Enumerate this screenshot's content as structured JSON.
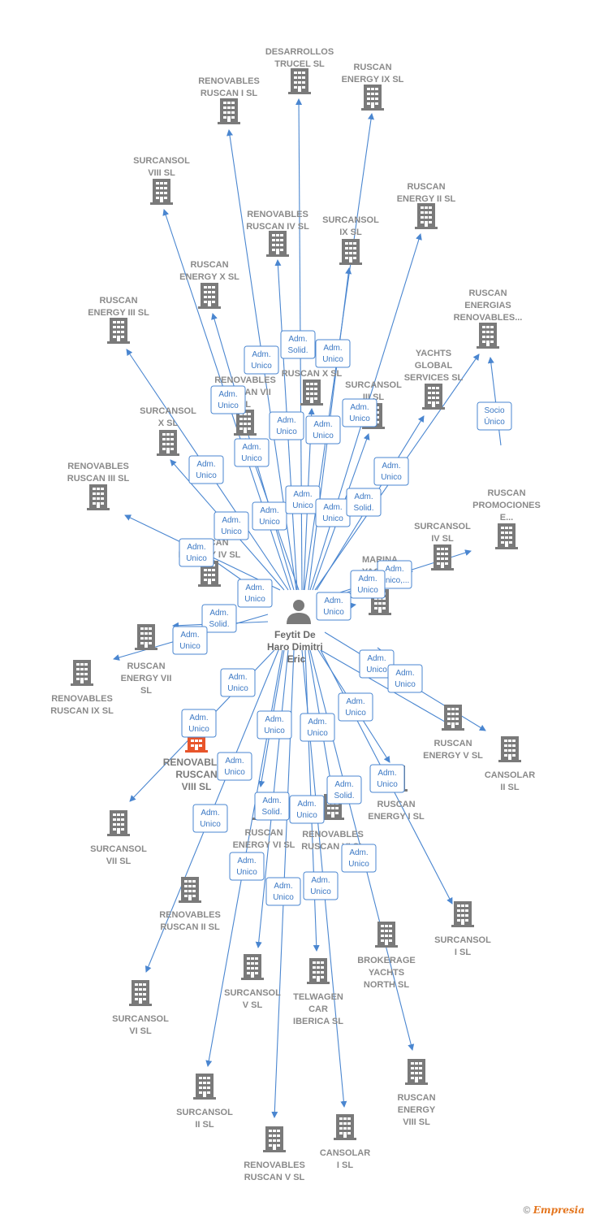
{
  "person": {
    "name_lines": [
      "Feytit De",
      "Haro Dimitri",
      "Eric"
    ]
  },
  "highlight_color": "#e8552b",
  "edge_color": "#4a86d0",
  "companies": [
    {
      "id": "c1",
      "lines": [
        "DESARROLLOS",
        "TRUCEL  SL"
      ]
    },
    {
      "id": "c2",
      "lines": [
        "RUSCAN",
        "ENERGY IX  SL"
      ]
    },
    {
      "id": "c3",
      "lines": [
        "RENOVABLES",
        "RUSCAN I  SL"
      ]
    },
    {
      "id": "c4",
      "lines": [
        "SURCANSOL",
        "VIII  SL"
      ]
    },
    {
      "id": "c5",
      "lines": [
        "RUSCAN",
        "ENERGY II  SL"
      ]
    },
    {
      "id": "c6",
      "lines": [
        "RENOVABLES",
        "RUSCAN IV  SL"
      ]
    },
    {
      "id": "c7",
      "lines": [
        "SURCANSOL",
        "IX  SL"
      ]
    },
    {
      "id": "c8",
      "lines": [
        "RUSCAN",
        "ENERGY X  SL"
      ]
    },
    {
      "id": "c9",
      "lines": [
        "RUSCAN",
        "ENERGIAS",
        "RENOVABLES..."
      ]
    },
    {
      "id": "c10",
      "lines": [
        "RUSCAN",
        "ENERGY III  SL"
      ]
    },
    {
      "id": "c11",
      "lines": [
        "RENOVABLES",
        "RUSCAN VII",
        "SL"
      ]
    },
    {
      "id": "c12",
      "lines": [
        "RUSCAN X  SL"
      ]
    },
    {
      "id": "c13",
      "lines": [
        "SURCANSOL",
        "III  SL"
      ]
    },
    {
      "id": "c14",
      "lines": [
        "YACHTS",
        "GLOBAL",
        "SERVICES  SL"
      ]
    },
    {
      "id": "c15",
      "lines": [
        "SURCANSOL",
        "X  SL"
      ]
    },
    {
      "id": "c16",
      "lines": [
        "RENOVABLES",
        "RUSCAN III  SL"
      ]
    },
    {
      "id": "c17",
      "lines": [
        "RUSCAN",
        "PROMOCIONES",
        "E..."
      ]
    },
    {
      "id": "c18",
      "lines": [
        "SURCANSOL",
        "IV  SL"
      ]
    },
    {
      "id": "c19",
      "lines": [
        "RUSCAN",
        "ENERGY IV  SL"
      ]
    },
    {
      "id": "c20",
      "lines": [
        "MARINA",
        "YACHTS",
        "AND..."
      ]
    },
    {
      "id": "c21",
      "lines": [
        "RUSCAN",
        "ENERGY VII",
        "SL"
      ]
    },
    {
      "id": "c22",
      "lines": [
        "RENOVABLES",
        "RUSCAN IX  SL"
      ]
    },
    {
      "id": "c23",
      "lines": [
        "RUSCAN",
        "ENERGY V  SL"
      ]
    },
    {
      "id": "c24",
      "lines": [
        "CANSOLAR",
        "II  SL"
      ]
    },
    {
      "id": "c25",
      "lines": [
        "RENOVABLES",
        "RUSCAN",
        "VIII  SL"
      ],
      "highlight": true
    },
    {
      "id": "c26",
      "lines": [
        "RUSCAN",
        "ENERGY I  SL"
      ]
    },
    {
      "id": "c27",
      "lines": [
        "SURCANSOL",
        "VII  SL"
      ]
    },
    {
      "id": "c28",
      "lines": [
        "RUSCAN",
        "ENERGY VI  SL"
      ]
    },
    {
      "id": "c29",
      "lines": [
        "RENOVABLES",
        "RUSCAN VI  SL"
      ]
    },
    {
      "id": "c30",
      "lines": [
        "RENOVABLES",
        "RUSCAN II  SL"
      ]
    },
    {
      "id": "c31",
      "lines": [
        "SURCANSOL",
        "I  SL"
      ]
    },
    {
      "id": "c32",
      "lines": [
        "BROKERAGE",
        "YACHTS",
        "NORTH  SL"
      ]
    },
    {
      "id": "c33",
      "lines": [
        "SURCANSOL",
        "V  SL"
      ]
    },
    {
      "id": "c34",
      "lines": [
        "TELWAGEN",
        "CAR",
        "IBERICA  SL"
      ]
    },
    {
      "id": "c35",
      "lines": [
        "SURCANSOL",
        "VI  SL"
      ]
    },
    {
      "id": "c36",
      "lines": [
        "RUSCAN",
        "ENERGY",
        "VIII  SL"
      ]
    },
    {
      "id": "c37",
      "lines": [
        "SURCANSOL",
        "II  SL"
      ]
    },
    {
      "id": "c38",
      "lines": [
        "RENOVABLES",
        "RUSCAN V  SL"
      ]
    },
    {
      "id": "c39",
      "lines": [
        "CANSOLAR",
        "I  SL"
      ]
    }
  ],
  "relations": [
    {
      "lines": [
        "Adm.",
        "Unico"
      ]
    },
    {
      "lines": [
        "Adm.",
        "Solid."
      ]
    },
    {
      "lines": [
        "Adm.",
        "Unico"
      ]
    },
    {
      "lines": [
        "Adm.",
        "Unico"
      ]
    },
    {
      "lines": [
        "Adm.",
        "Unico"
      ]
    },
    {
      "lines": [
        "Adm.",
        "Unico"
      ]
    },
    {
      "lines": [
        "Adm.",
        "Unico"
      ]
    },
    {
      "lines": [
        "Adm.",
        "Unico"
      ]
    },
    {
      "lines": [
        "Adm.",
        "Unico"
      ]
    },
    {
      "lines": [
        "Adm.",
        "Unico"
      ]
    },
    {
      "lines": [
        "Socio",
        "Único"
      ]
    },
    {
      "lines": [
        "Adm.",
        "Unico"
      ]
    },
    {
      "lines": [
        "Adm.",
        "Unico"
      ]
    },
    {
      "lines": [
        "Adm.",
        "Unico"
      ]
    },
    {
      "lines": [
        "Adm.",
        "Unico"
      ]
    },
    {
      "lines": [
        "Adm.",
        "Solid."
      ]
    },
    {
      "lines": [
        "Adm.",
        "Unico"
      ]
    },
    {
      "lines": [
        "Adm.",
        "Unico,..."
      ]
    },
    {
      "lines": [
        "Adm.",
        "Unico"
      ]
    },
    {
      "lines": [
        "Adm.",
        "Unico"
      ]
    },
    {
      "lines": [
        "Adm.",
        "Solid."
      ]
    },
    {
      "lines": [
        "Adm.",
        "Unico"
      ]
    },
    {
      "lines": [
        "Adm.",
        "Unico"
      ]
    },
    {
      "lines": [
        "Adm.",
        "Unico"
      ]
    },
    {
      "lines": [
        "Adm.",
        "Unico"
      ]
    },
    {
      "lines": [
        "Adm.",
        "Unico"
      ]
    },
    {
      "lines": [
        "Adm.",
        "Unico"
      ]
    },
    {
      "lines": [
        "Adm.",
        "Unico"
      ]
    },
    {
      "lines": [
        "Adm.",
        "Unico"
      ]
    },
    {
      "lines": [
        "Adm.",
        "Unico"
      ]
    },
    {
      "lines": [
        "Adm.",
        "Unico"
      ]
    },
    {
      "lines": [
        "Adm.",
        "Solid."
      ]
    },
    {
      "lines": [
        "Adm.",
        "Unico"
      ]
    },
    {
      "lines": [
        "Adm.",
        "Solid."
      ]
    },
    {
      "lines": [
        "Adm.",
        "Unico"
      ]
    },
    {
      "lines": [
        "Adm.",
        "Unico"
      ]
    },
    {
      "lines": [
        "Adm.",
        "Unico"
      ]
    },
    {
      "lines": [
        "Adm.",
        "Unico"
      ]
    },
    {
      "lines": [
        "Adm.",
        "Unico"
      ]
    },
    {
      "lines": [
        "Adm.",
        "Unico"
      ]
    }
  ],
  "footer": {
    "copyright": "©",
    "brand": "Empresia"
  }
}
